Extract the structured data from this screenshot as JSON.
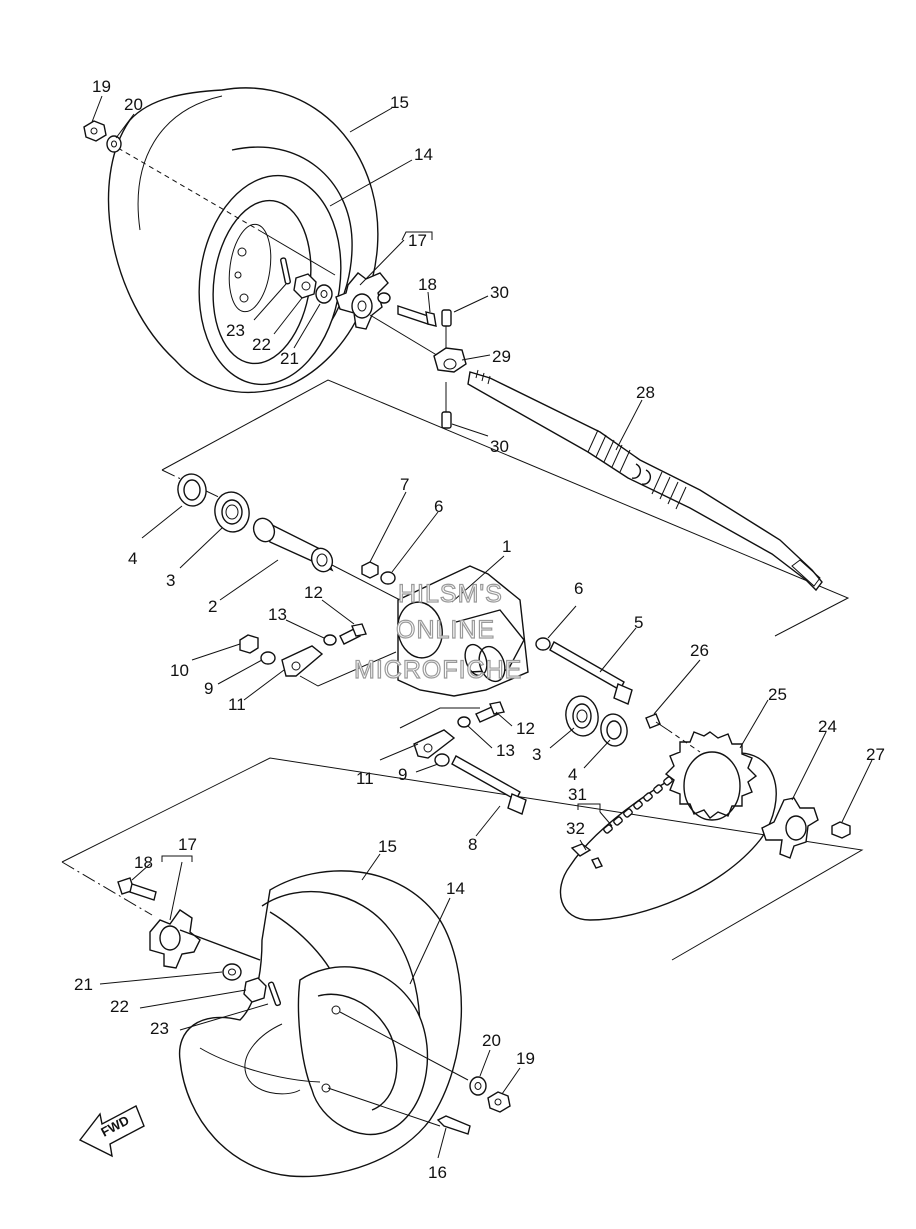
{
  "watermark": {
    "line1": "HILSM'S",
    "line2": "ONLINE",
    "line3": "MICROFICHE"
  },
  "fwd_label": "FWD",
  "callouts": {
    "c1": "1",
    "c2": "2",
    "c3a": "3",
    "c3b": "3",
    "c4a": "4",
    "c4b": "4",
    "c5": "5",
    "c6a": "6",
    "c6b": "6",
    "c7": "7",
    "c8": "8",
    "c9a": "9",
    "c9b": "9",
    "c10": "10",
    "c11a": "11",
    "c11b": "11",
    "c12a": "12",
    "c12b": "12",
    "c13a": "13",
    "c13b": "13",
    "c14a": "14",
    "c14b": "14",
    "c15a": "15",
    "c15b": "15",
    "c16": "16",
    "c17a": "17",
    "c17b": "17",
    "c18a": "18",
    "c18b": "18",
    "c19a": "19",
    "c19b": "19",
    "c20a": "20",
    "c20b": "20",
    "c21a": "21",
    "c21b": "21",
    "c22a": "22",
    "c22b": "22",
    "c23a": "23",
    "c23b": "23",
    "c24": "24",
    "c25": "25",
    "c26": "26",
    "c27": "27",
    "c28": "28",
    "c29": "29",
    "c30a": "30",
    "c30b": "30",
    "c31": "31",
    "c32": "32"
  }
}
